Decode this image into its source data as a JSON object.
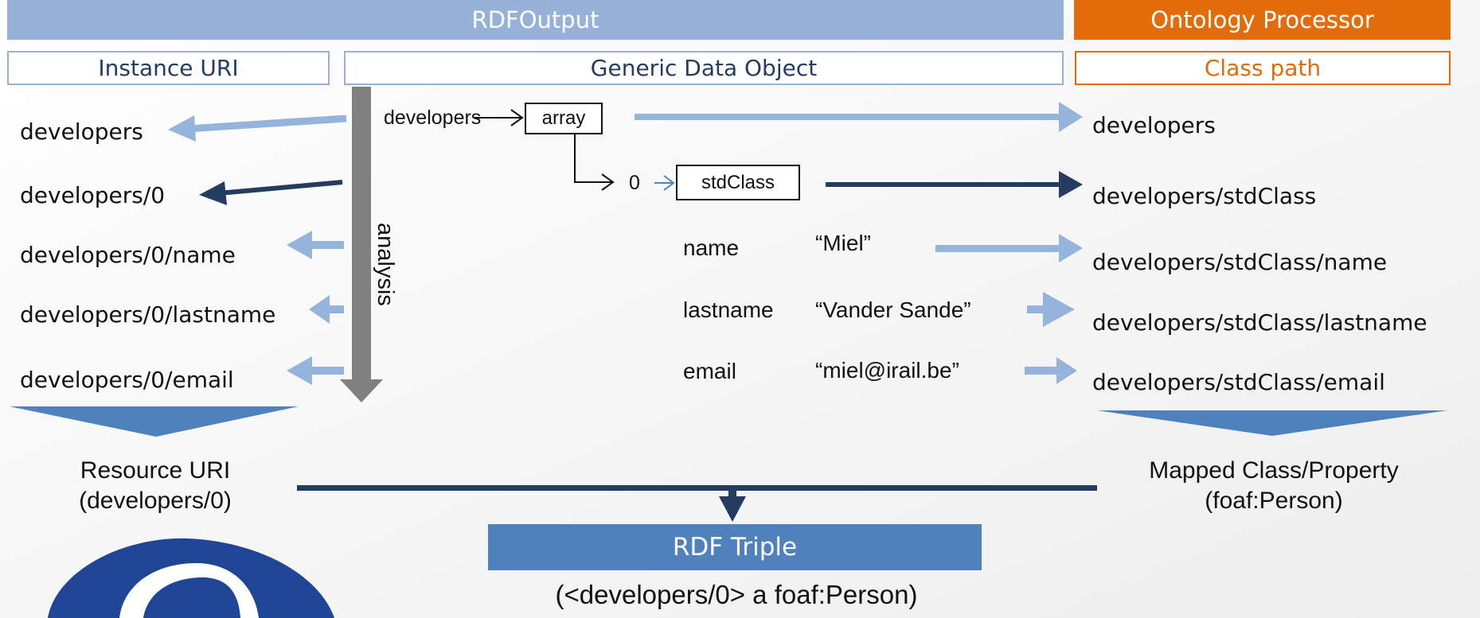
{
  "headers": {
    "rdf_output": "RDFOutput",
    "ontology_processor": "Ontology Processor",
    "instance_uri": "Instance URI",
    "generic_data_object": "Generic Data Object",
    "class_path": "Class path"
  },
  "instance_uris": [
    "developers",
    "developers/0",
    "developers/0/name",
    "developers/0/lastname",
    "developers/0/email"
  ],
  "class_paths": [
    "developers",
    "developers/stdClass",
    "developers/stdClass/name",
    "developers/stdClass/lastname",
    "developers/stdClass/email"
  ],
  "analysis_label": "analysis",
  "data_object": {
    "root_key": "developers",
    "root_type": "array",
    "item_index": "0",
    "item_type": "stdClass",
    "properties": [
      {
        "key": "name",
        "value": "“Miel”"
      },
      {
        "key": "lastname",
        "value": "“Vander Sande”"
      },
      {
        "key": "email",
        "value": "“miel@irail.be”"
      }
    ]
  },
  "resource": {
    "title": "Resource URI",
    "value": "(developers/0)"
  },
  "mapped": {
    "title": "Mapped Class/Property",
    "value": "(foaf:Person)"
  },
  "triple": {
    "title": "RDF Triple",
    "value": "(<developers/0> a foaf:Person)"
  },
  "colors": {
    "blue_band": "#96b2d8",
    "orange": "#e26c0a",
    "dark_blue": "#243c62",
    "light_arrow": "#94b4dc",
    "mid_blue": "#4f81bd",
    "grey": "#808080",
    "logo": "#1f4596"
  }
}
